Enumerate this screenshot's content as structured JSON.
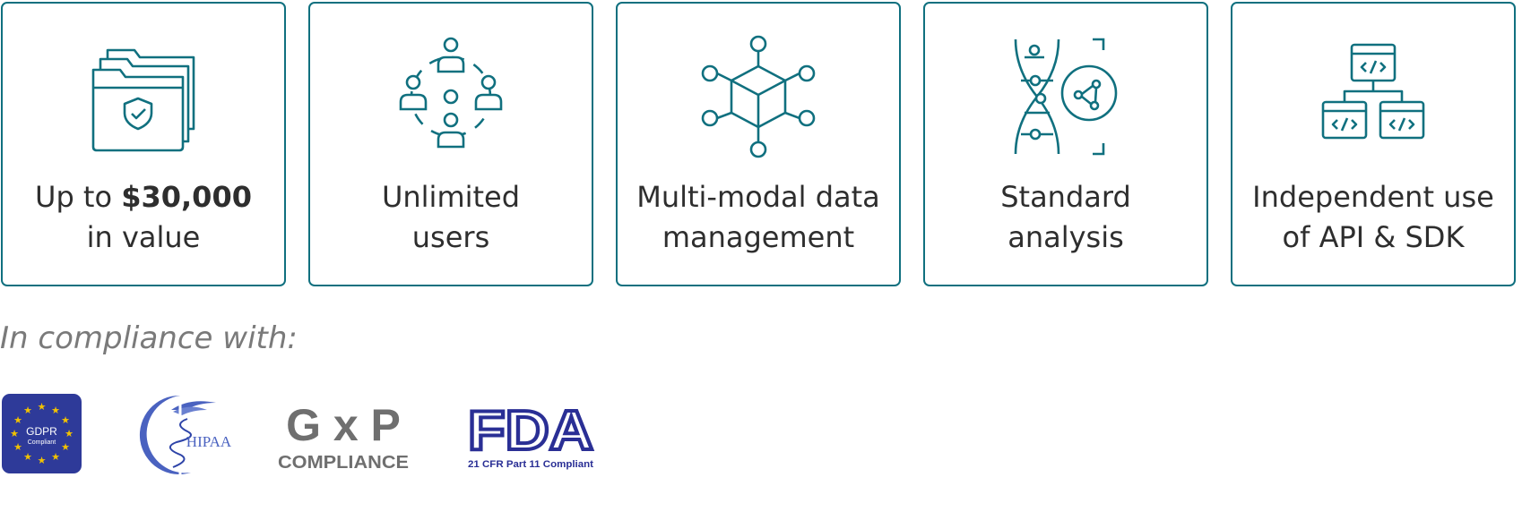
{
  "features": [
    {
      "icon": "secure-folders-icon",
      "title_line1_prefix": "Up to ",
      "title_line1_bold": "$30,000",
      "title_line2": "in value"
    },
    {
      "icon": "users-network-icon",
      "title_line1": "Unlimited",
      "title_line2": "users"
    },
    {
      "icon": "data-cube-network-icon",
      "title_line1": "Multi-modal data",
      "title_line2": "management"
    },
    {
      "icon": "dna-analysis-icon",
      "title_line1": "Standard",
      "title_line2": "analysis"
    },
    {
      "icon": "api-code-hierarchy-icon",
      "title_line1": "Independent use",
      "title_line2": "of API & SDK"
    }
  ],
  "compliance": {
    "heading": "In compliance with:",
    "logos": [
      {
        "name": "gdpr-logo",
        "line1": "GDPR",
        "line2": "Compliant"
      },
      {
        "name": "hipaa-logo",
        "label": "HIPAA"
      },
      {
        "name": "gxp-logo",
        "line1": "G x P",
        "line2": "COMPLIANCE"
      },
      {
        "name": "fda-logo",
        "line1": "FDA",
        "line2": "21 CFR Part 11 Compliant"
      }
    ]
  },
  "colors": {
    "teal": "#10707f",
    "gdpr_blue": "#2e3a99",
    "hipaa_blue": "#3f56b8",
    "gxp_gray": "#6f6f6f",
    "fda_navy": "#2a2f95",
    "star_yellow": "#f2c200"
  }
}
